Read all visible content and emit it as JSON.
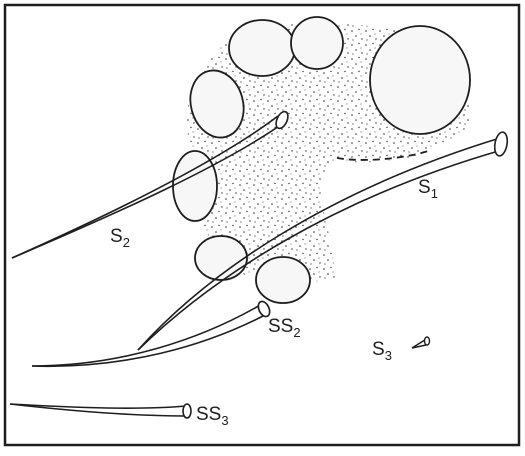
{
  "figure": {
    "labels": {
      "s1": {
        "base": "S",
        "sub": "1"
      },
      "s2": {
        "base": "S",
        "sub": "2"
      },
      "s3": {
        "base": "S",
        "sub": "3"
      },
      "ss2": {
        "base": "SS",
        "sub": "2"
      },
      "ss3": {
        "base": "SS",
        "sub": "3"
      }
    }
  }
}
